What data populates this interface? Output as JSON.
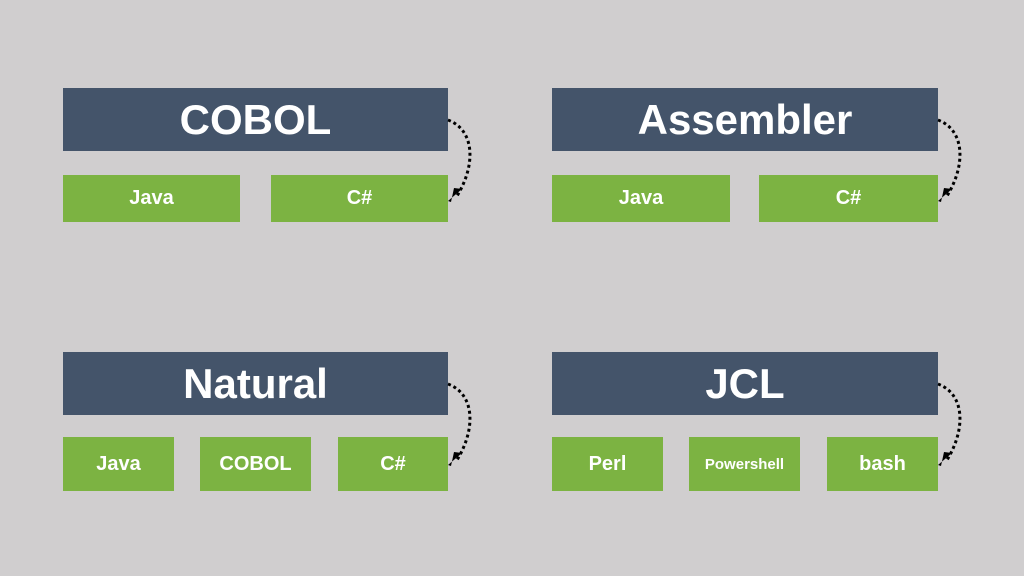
{
  "colors": {
    "background": "#d0cecf",
    "header": "#44546a",
    "chip": "#7cb342",
    "text": "#ffffff",
    "arrow": "#000000"
  },
  "groups": [
    {
      "title": "COBOL",
      "targets": [
        "Java",
        "C#"
      ]
    },
    {
      "title": "Assembler",
      "targets": [
        "Java",
        "C#"
      ]
    },
    {
      "title": "Natural",
      "targets": [
        "Java",
        "COBOL",
        "C#"
      ]
    },
    {
      "title": "JCL",
      "targets": [
        "Perl",
        "Powershell",
        "bash"
      ]
    }
  ]
}
